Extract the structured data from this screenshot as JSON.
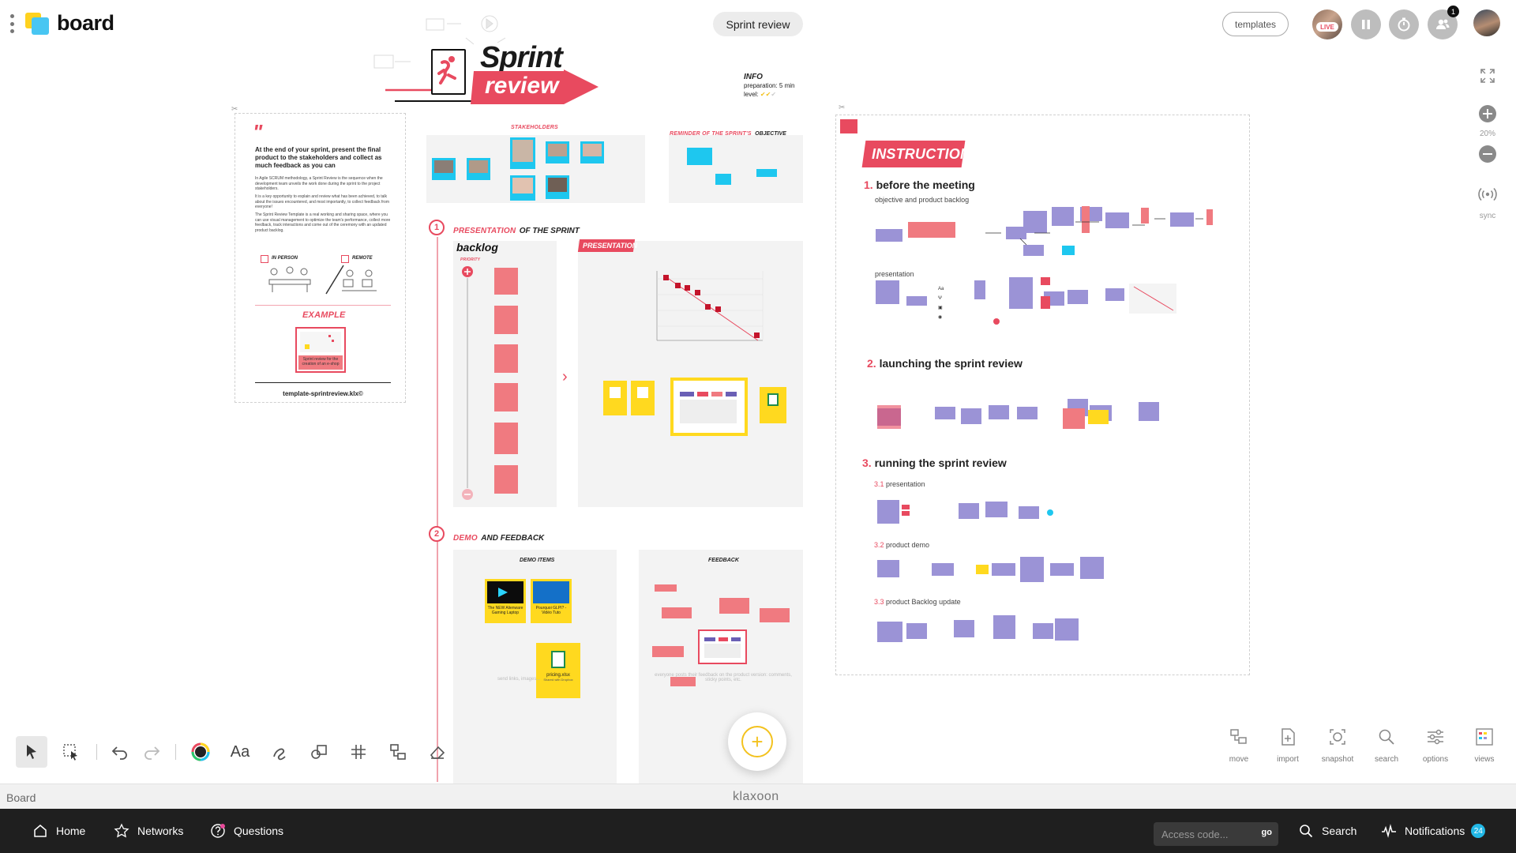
{
  "header": {
    "app_title": "board",
    "board_title": "Sprint review",
    "templates_label": "templates",
    "live_label": "LIVE",
    "participants_count": "1"
  },
  "right_controls": {
    "zoom_level": "20%",
    "sync_label": "sync"
  },
  "canvas": {
    "sprint_title": "Sprint",
    "review_title": "review",
    "info": {
      "title": "INFO",
      "preparation": "preparation: 5 min",
      "level": "level:"
    },
    "left_card": {
      "headline": "At the end of your sprint, present the final product to the stakeholders and collect as much feedback as you can",
      "paragraph1": "In Agile SCRUM methodology, a Sprint Review is the sequence when the development team unveils the work done during the sprint to the project stakeholders.",
      "paragraph2": "It is a key opportunity to explain and review what has been achieved, to talk about the issues encountered, and most importantly, to collect feedback from everyone!",
      "paragraph3": "The Sprint Review Template is a real working and sharing space, where you can use visual management to optimize the team's performance, collect more feedback, track interactions and come out of the ceremony with an updated product backlog.",
      "in_person": "IN PERSON",
      "remote": "REMOTE",
      "example_label": "EXAMPLE",
      "example_note": "Sprint review for the creation of an e-shop",
      "filename": "template-sprintreview.klx©"
    },
    "stakeholders_label": "STAKEHOLDERS",
    "objective_label_red": "REMINDER OF THE SPRINT'S",
    "objective_label_dark": "OBJECTIVE",
    "step1": {
      "number": "1",
      "label_red": "PRESENTATION",
      "label_dark": "OF THE SPRINT",
      "backlog_title": "backlog",
      "priority_label": "PRIORITY",
      "presentation_badge": "PRESENTATION"
    },
    "step2": {
      "number": "2",
      "label_red": "DEMO",
      "label_dark": "AND FEEDBACK",
      "demo_items_label": "DEMO ITEMS",
      "feedback_label": "FEEDBACK",
      "demo_card1": "The NEW Alienware Gaming Laptop",
      "demo_card2": "Pourquoi GLPI? - Vidéo Tuto",
      "demo_card3": "pricing.xlsx",
      "demo_card3_sub": "Shared with Dropbox",
      "demo_footer": "send links, images...",
      "feedback_footer": "everyone posts their feedback on the product version: comments, sticky points, etc."
    },
    "instructions": {
      "banner": "INSTRUCTIONS",
      "h1_num": "1.",
      "h1": "before the meeting",
      "h1_sub1": "objective and product backlog",
      "h1_sub2": "presentation",
      "h2_num": "2.",
      "h2": "launching the sprint review",
      "h3_num": "3.",
      "h3": "running the sprint review",
      "s31_num": "3.1",
      "s31": "presentation",
      "s32_num": "3.2",
      "s32": "product demo",
      "s33_num": "3.3",
      "s33": "product Backlog update"
    }
  },
  "actions": [
    {
      "label": "move",
      "icon": "move-icon"
    },
    {
      "label": "import",
      "icon": "import-icon"
    },
    {
      "label": "snapshot",
      "icon": "snapshot-icon"
    },
    {
      "label": "search",
      "icon": "search-icon"
    },
    {
      "label": "options",
      "icon": "options-icon"
    },
    {
      "label": "views",
      "icon": "views-icon"
    }
  ],
  "toolbar": {
    "text_tool": "Aa"
  },
  "board_strip": {
    "label": "Board",
    "brand": "klaxoon"
  },
  "nav": {
    "home": "Home",
    "networks": "Networks",
    "questions": "Questions",
    "access_placeholder": "Access code...",
    "go": "go",
    "search": "Search",
    "notifications": "Notifications",
    "notifications_count": "24"
  },
  "colors": {
    "accent_red": "#e84a5f",
    "sticky_purple": "#9b93d6",
    "sticky_pink": "#f07a80",
    "sticky_cyan": "#1ec7ef",
    "sticky_yellow": "#ffd91f",
    "nav_bg": "#1f1f1f"
  }
}
